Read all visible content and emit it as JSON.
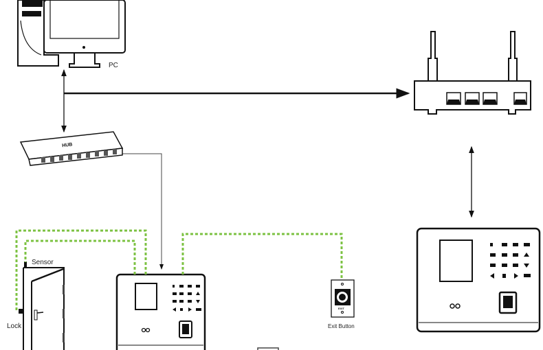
{
  "labels": {
    "pc": "PC",
    "hub": "HUB",
    "sensor": "Sensor",
    "lock": "Lock",
    "exit_button": "Exit Button",
    "exit_text": "EXIT"
  },
  "colors": {
    "wiring": "#7cc242",
    "line": "#111111"
  }
}
